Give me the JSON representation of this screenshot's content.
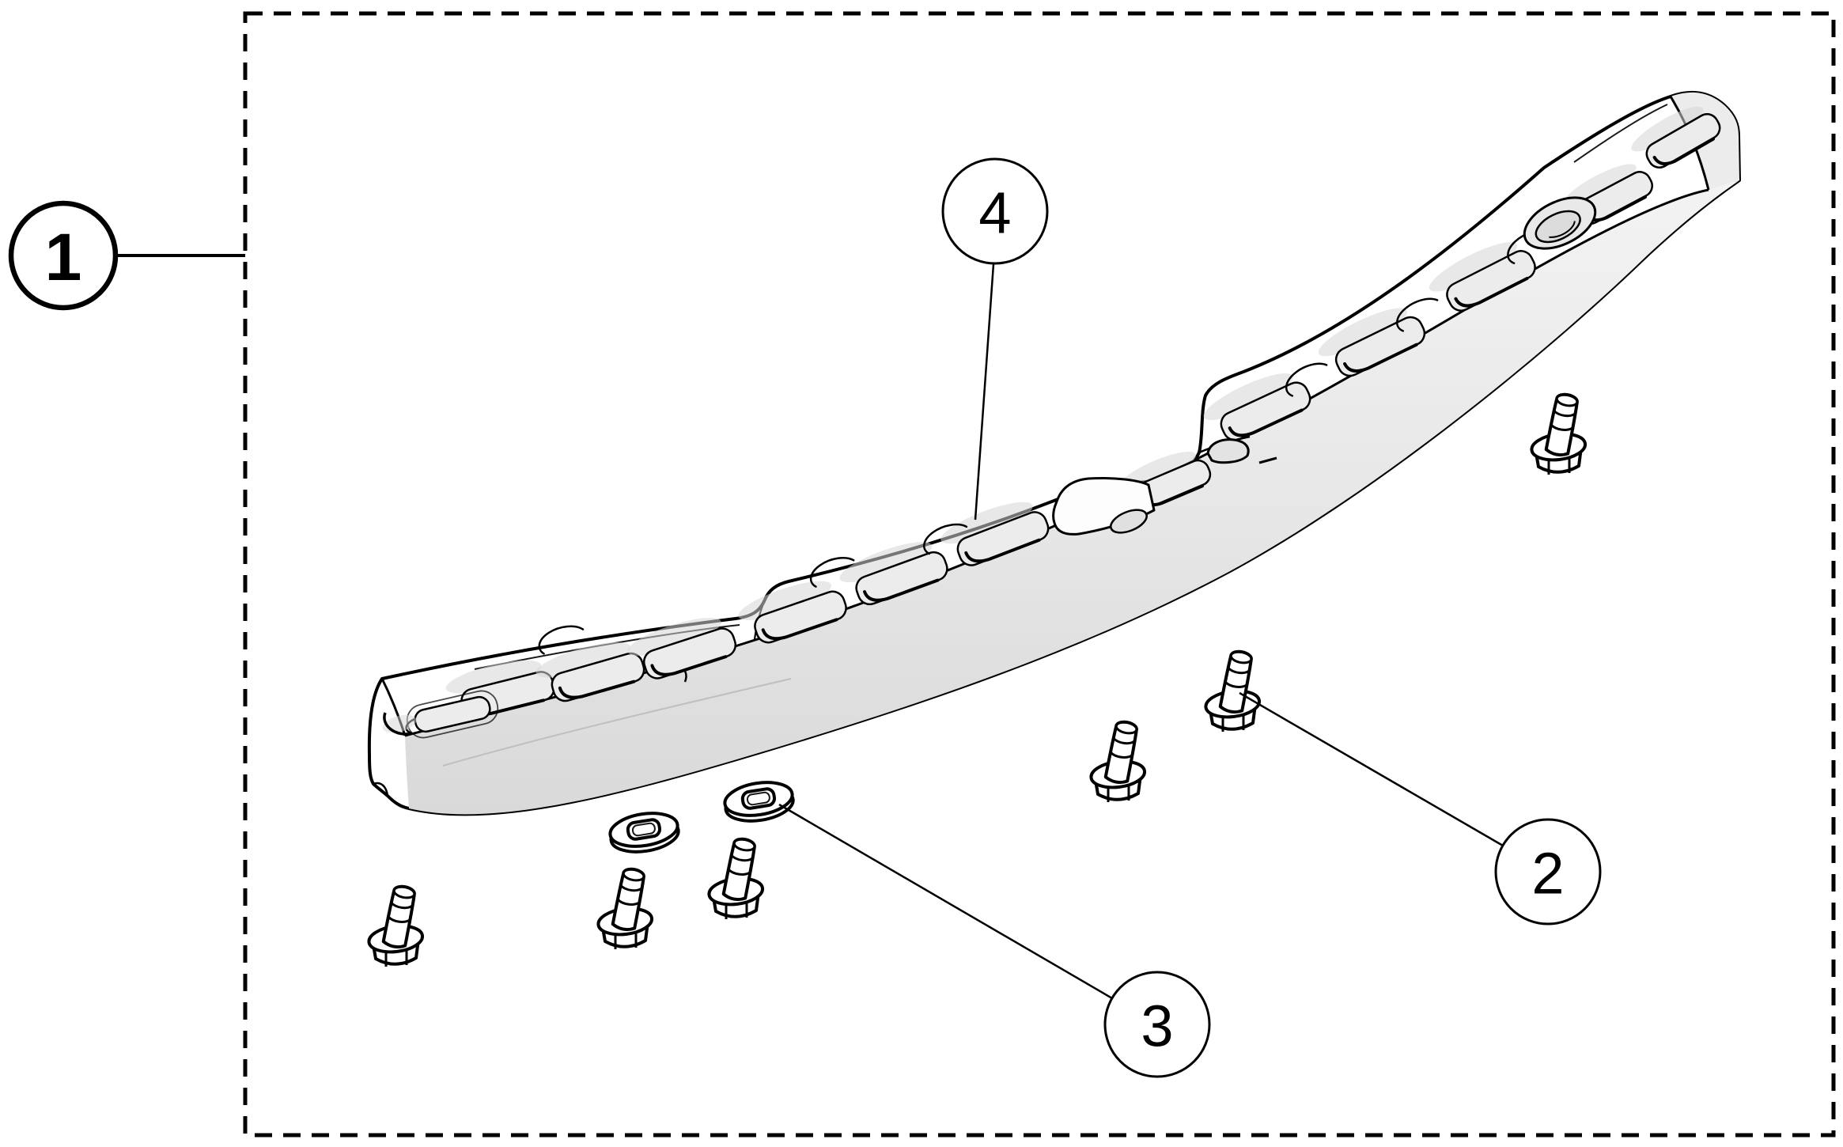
{
  "diagram": {
    "callouts": [
      {
        "label": "1",
        "target": "kit-boundary-box"
      },
      {
        "label": "2",
        "target": "flange-bolt"
      },
      {
        "label": "3",
        "target": "washer"
      },
      {
        "label": "4",
        "target": "impact-bar"
      }
    ],
    "visible_counts": {
      "flange_bolts": 6,
      "washers": 2,
      "impact_bars": 1
    },
    "colors": {
      "outline": "#000000",
      "background": "#ffffff",
      "bar_top": "#ffffff",
      "bar_face_light": "#f3f3f3",
      "bar_face_dark": "#d9d9d9",
      "slot_fill": "#ececec",
      "shadow_gray": "#d6d6d6"
    }
  }
}
